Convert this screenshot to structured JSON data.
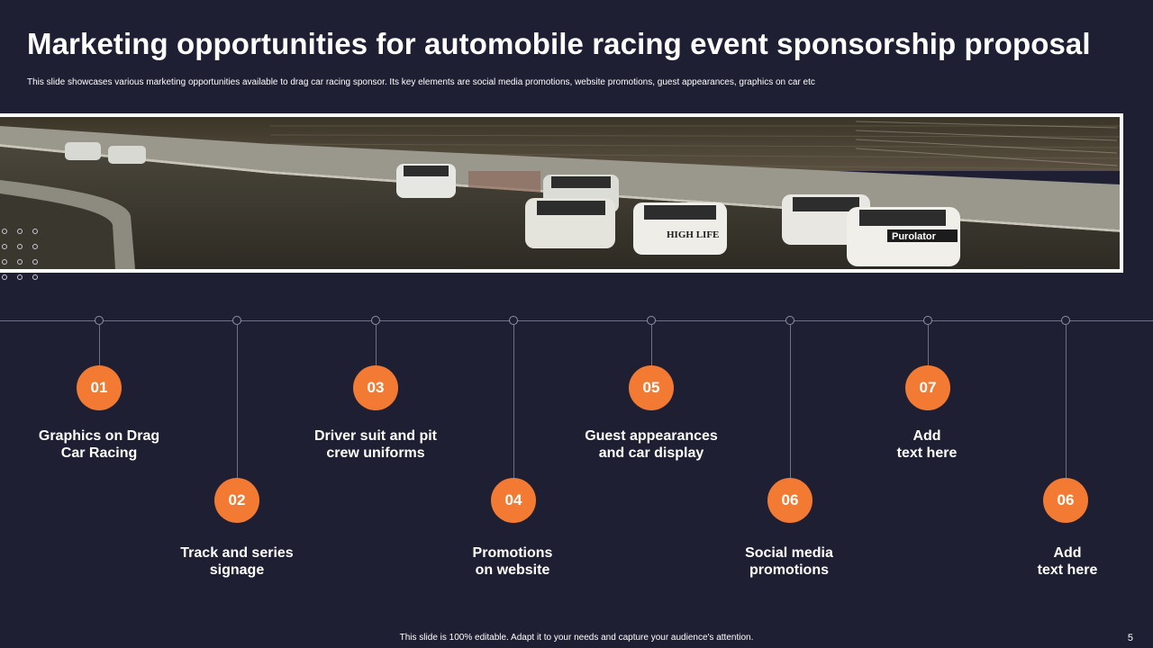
{
  "slide": {
    "title": "Marketing opportunities for automobile racing event sponsorship proposal",
    "subtitle": "This slide showcases various marketing opportunities available to drag car racing sponsor. Its key elements are social media  promotions,  website promotions, guest appearances, graphics on car etc",
    "footer": "This slide is 100% editable.  Adapt it to your needs and capture your audience's attention.",
    "page_number": "5"
  },
  "photo": {
    "description_icon": "race-track-photo",
    "car_texts": [
      "HIGH LIFE",
      "Purolator"
    ]
  },
  "steps": [
    {
      "number": "01",
      "line1": "Graphics on Drag",
      "line2": "Car Racing"
    },
    {
      "number": "02",
      "line1": "Track and series",
      "line2": "signage"
    },
    {
      "number": "03",
      "line1": "Driver suit and pit",
      "line2": "crew uniforms"
    },
    {
      "number": "04",
      "line1": "Promotions",
      "line2": "on website"
    },
    {
      "number": "05",
      "line1": "Guest appearances",
      "line2": "and car display"
    },
    {
      "number": "06",
      "line1": "Social media",
      "line2": "promotions"
    },
    {
      "number": "07",
      "line1": "Add",
      "line2": "text here"
    },
    {
      "number": "06",
      "line1": "Add",
      "line2": "text here"
    }
  ],
  "colors": {
    "background": "#1e1f33",
    "accent": "#f27a32",
    "line": "#6d7086"
  }
}
